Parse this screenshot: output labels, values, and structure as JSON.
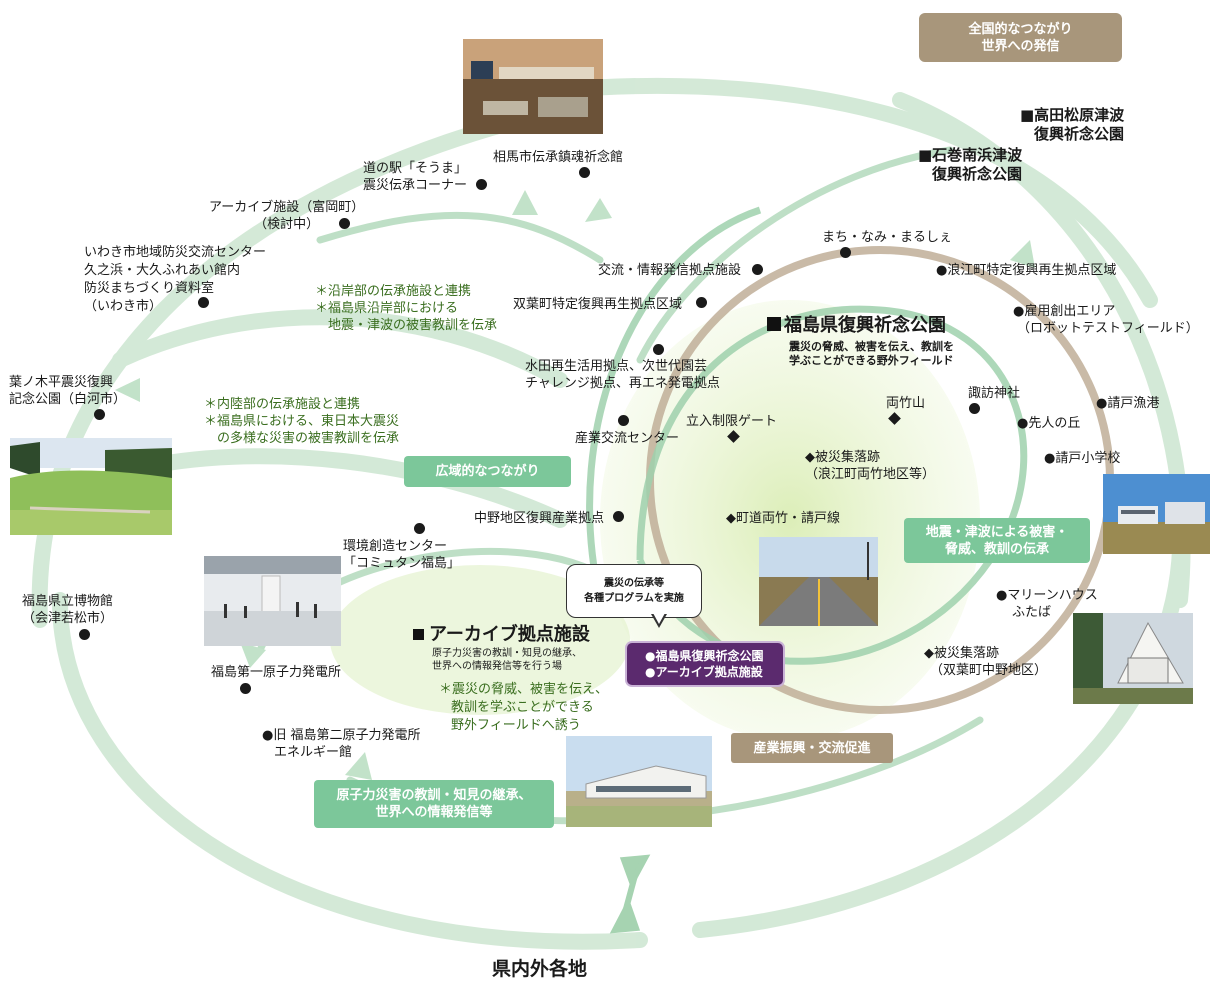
{
  "header": {
    "nationwide_line1": "全国的なつながり",
    "nationwide_line2": "世界への発信"
  },
  "footer": {
    "title": "県内外各地"
  },
  "parks": {
    "takata": [
      "■高田松原津波",
      "復興祈念公園"
    ],
    "ishinomaki": [
      "■石巻南浜津波",
      "復興祈念公園"
    ]
  },
  "main_park": {
    "title": "福島県復興祈念公園",
    "desc1": "震災の脅威、被害を伝え、教訓を",
    "desc2": "学ぶことができる野外フィールド"
  },
  "archive": {
    "title": "アーカイブ拠点施設",
    "desc1": "原子力災害の教訓・知見の継承、",
    "desc2": "世界への情報発信等を行う場",
    "note1": "＊震災の脅威、被害を伝え、",
    "note2": "教訓を学ぶことができる",
    "note3": "野外フィールドへ誘う"
  },
  "callout": {
    "line1": "震災の伝承等",
    "line2": "各種プログラムを実施"
  },
  "purple_box": {
    "line1": "●福島県復興祈念公園",
    "line2": "●アーカイブ拠点施設"
  },
  "green_boxes": {
    "regional": "広域的なつながり",
    "quake": [
      "地震・津波による被害・",
      "脅威、教訓の伝承"
    ],
    "nuclear": [
      "原子力災害の教訓・知見の継承、",
      "世界への情報発信等"
    ]
  },
  "brown_boxes": {
    "industry": "産業振興・交流促進"
  },
  "notes": {
    "coastal": [
      "＊沿岸部の伝承施設と連携",
      "＊福島県沿岸部における",
      "　地震・津波の被害教訓を伝承"
    ],
    "inland": [
      "＊内陸部の伝承施設と連携",
      "＊福島県における、東日本大震災",
      "　の多様な災害の被害教訓を伝承"
    ]
  },
  "places": {
    "soma": "相馬市伝承鎮魂祈念館",
    "michinoeki": [
      "道の駅「そうま」",
      "震災伝承コーナー"
    ],
    "archive_tomioka": [
      "アーカイブ施設（富岡町）",
      "（検討中）"
    ],
    "iwaki": [
      "いわき市地域防災交流センター",
      "久之浜・大久ふれあい館内",
      "防災まちづくり資料室",
      "（いわき市）"
    ],
    "hanoki": [
      "葉ノ木平震災復興",
      "記念公園（白河市）"
    ],
    "museum": [
      "福島県立博物館",
      "（会津若松市）"
    ],
    "commutan": [
      "環境創造センター",
      "「コミュタン福島」"
    ],
    "daiichi": "福島第一原子力発電所",
    "daini": [
      "●旧 福島第二原子力発電所",
      "エネルギー館"
    ],
    "machinami": "まち・なみ・まるしぇ",
    "koryu": "交流・情報発信拠点施設",
    "namie_zone": "●浪江町特定復興再生拠点区域",
    "futaba_zone": "双葉町特定復興再生拠点区域",
    "koyo": [
      "●雇用創出エリア",
      "（ロボットテストフィールド）"
    ],
    "mizuta": [
      "水田再生活用拠点、次世代園芸",
      "チャレンジ拠点、再エネ発電拠点"
    ],
    "sangyo": "産業交流センター",
    "gate": "立入制限ゲート",
    "morotake": "両竹山",
    "suwa": "諏訪神社",
    "senjin": "●先人の丘",
    "ukedo_port": "●請戸漁港",
    "ukedo_school": "●請戸小学校",
    "hisai1": [
      "◆被災集落跡",
      "（浪江町両竹地区等）"
    ],
    "nakano": "中野地区復興産業拠点",
    "machido": "◆町道両竹・請戸線",
    "marine": [
      "●マリーンハウス",
      "ふたば"
    ],
    "hisai2": [
      "◆被災集落跡",
      "（双葉町中野地区）"
    ]
  }
}
